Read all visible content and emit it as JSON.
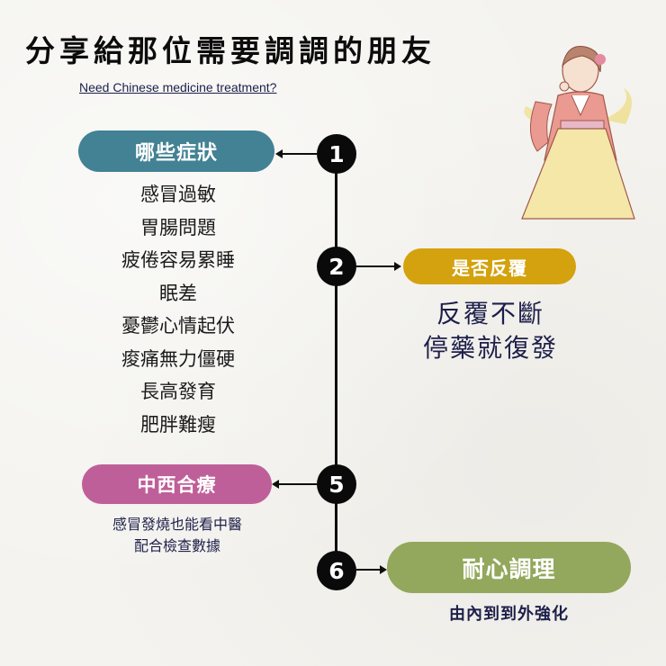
{
  "header": {
    "title": "分享給那位需要調調的朋友",
    "subtitle": "Need Chinese medicine treatment?"
  },
  "colors": {
    "teal": "#428294",
    "gold": "#d4a20e",
    "pink": "#bf5f99",
    "green": "#93a85c",
    "navy_text": "#1d1f4a",
    "timeline": "#0a0a0a"
  },
  "timeline": {
    "steps": [
      {
        "number": "1",
        "label": "哪些症狀",
        "details": [
          "感冒過敏",
          "胃腸問題",
          "疲倦容易累睡",
          "眠差",
          "憂鬱心情起伏",
          "痠痛無力僵硬",
          "長高發育",
          "肥胖難瘦"
        ]
      },
      {
        "number": "2",
        "label": "是否反覆",
        "details": [
          "反覆不斷",
          "停藥就復發"
        ]
      },
      {
        "number": "5",
        "label": "中西合療",
        "details": [
          "感冒發燒也能看中醫",
          "配合檢查數據"
        ]
      },
      {
        "number": "6",
        "label": "耐心調理",
        "details": [
          "由內到到外強化"
        ]
      }
    ]
  },
  "illustration": {
    "icon": "hanfu-woman-illustration"
  }
}
